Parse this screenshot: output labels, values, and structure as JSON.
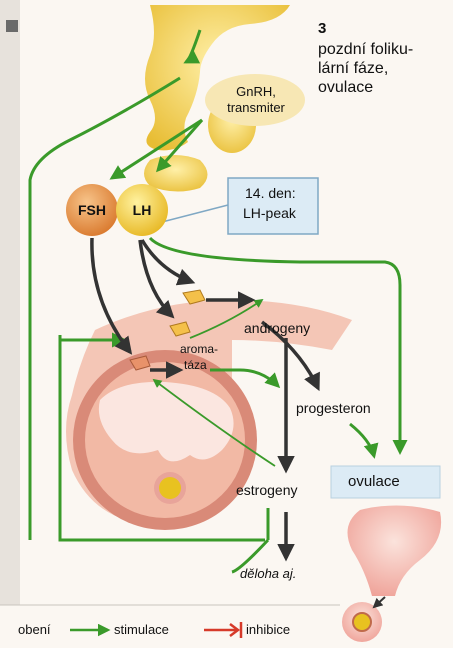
{
  "heading": {
    "number": "3",
    "line1": "pozdní foliku-",
    "line2": "lární fáze,",
    "line3": "ovulace"
  },
  "nodes": {
    "gnrh_line1": "GnRH,",
    "gnrh_line2": "transmiter",
    "fsh": "FSH",
    "lh": "LH",
    "peak_line1": "14. den:",
    "peak_line2": "LH-peak",
    "androgeny": "androgeny",
    "aromataza_line1": "aroma-",
    "aromataza_line2": "táza",
    "progesteron": "progesteron",
    "estrogeny": "estrogeny",
    "ovulace": "ovulace",
    "deloha": "děloha aj."
  },
  "legend": {
    "item1": "obení",
    "item2": "stimulace",
    "item3": "inhibice"
  },
  "colors": {
    "stimulace": "#3a9a2a",
    "inhibice": "#d63a2a",
    "flow": "#3a3a3a",
    "pituitary": "#f2cf3a",
    "follicle_outer": "#f4c6b6",
    "follicle_ring": "#d98a78",
    "ovulace_box": "#dcebf5"
  }
}
